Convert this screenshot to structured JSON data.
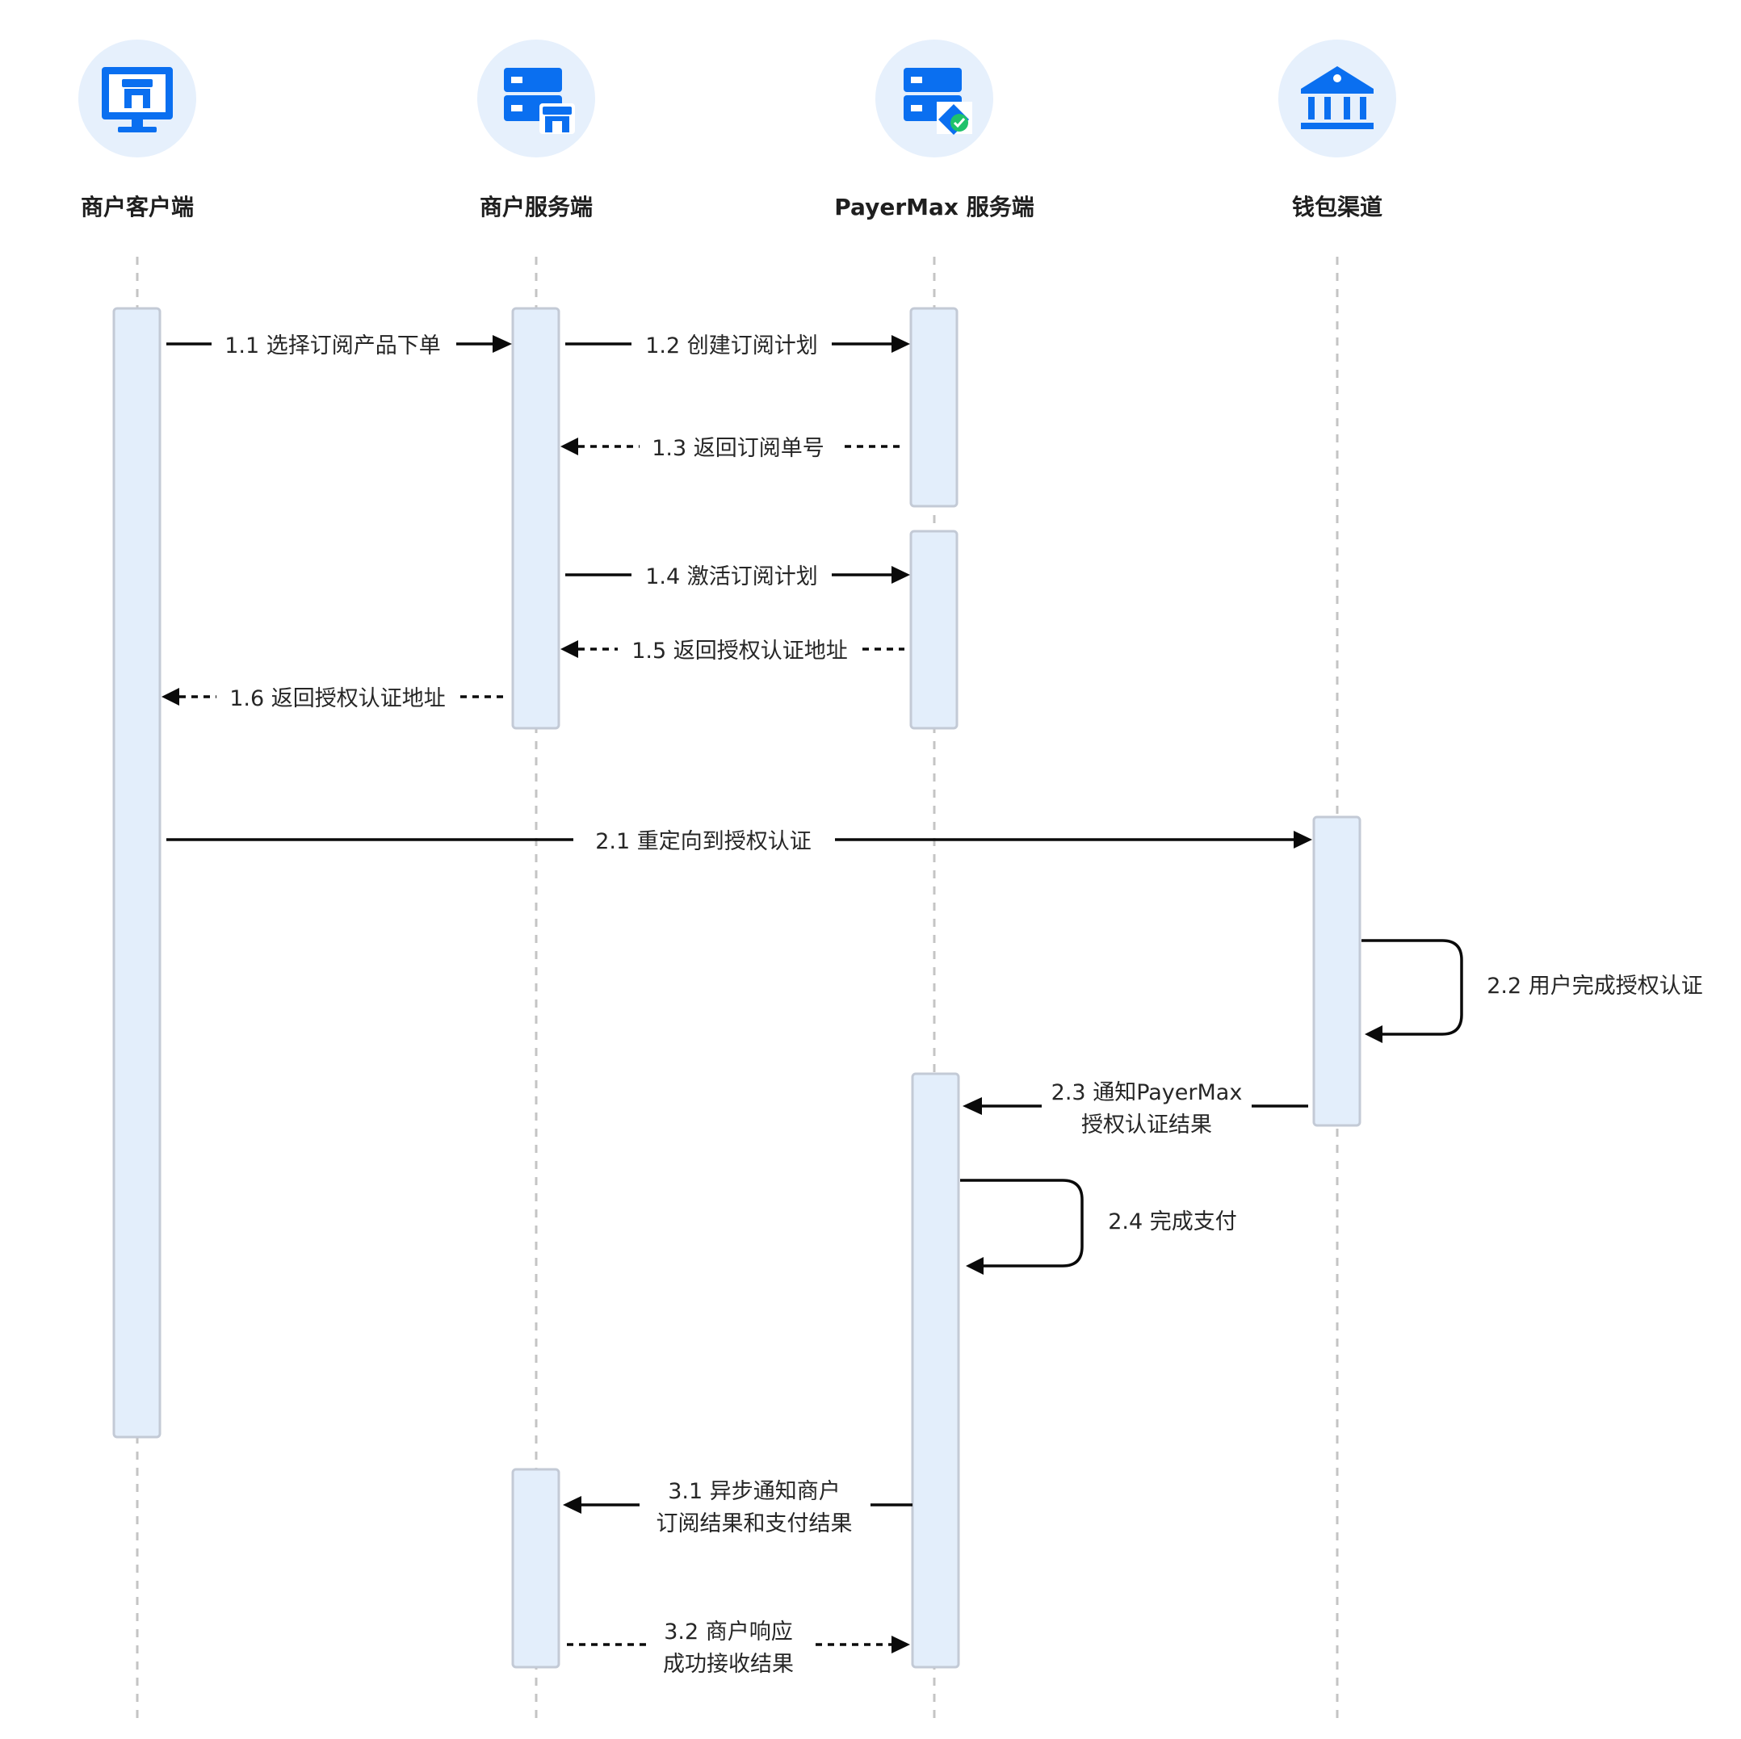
{
  "actors": [
    {
      "id": "client",
      "title": "商户客户端",
      "icon": "merchant-client-monitor-icon"
    },
    {
      "id": "server",
      "title": "商户服务端",
      "icon": "merchant-server-store-icon"
    },
    {
      "id": "payermax",
      "title": "PayerMax 服务端",
      "icon": "payermax-server-check-icon"
    },
    {
      "id": "wallet",
      "title": "钱包渠道",
      "icon": "bank-icon"
    }
  ],
  "messages": [
    {
      "id": "m1_1",
      "from": "client",
      "to": "server",
      "style": "solid",
      "lines": [
        "1.1 选择订阅产品下单"
      ]
    },
    {
      "id": "m1_2",
      "from": "server",
      "to": "payermax",
      "style": "solid",
      "lines": [
        "1.2 创建订阅计划"
      ]
    },
    {
      "id": "m1_3",
      "from": "payermax",
      "to": "server",
      "style": "dashed",
      "lines": [
        "1.3 返回订阅单号"
      ]
    },
    {
      "id": "m1_4",
      "from": "server",
      "to": "payermax",
      "style": "solid",
      "lines": [
        "1.4 激活订阅计划"
      ]
    },
    {
      "id": "m1_5",
      "from": "payermax",
      "to": "server",
      "style": "dashed",
      "lines": [
        "1.5 返回授权认证地址"
      ]
    },
    {
      "id": "m1_6",
      "from": "server",
      "to": "client",
      "style": "dashed",
      "lines": [
        "1.6 返回授权认证地址"
      ]
    },
    {
      "id": "m2_1",
      "from": "client",
      "to": "wallet",
      "style": "solid",
      "lines": [
        "2.1 重定向到授权认证"
      ]
    },
    {
      "id": "m2_2",
      "from": "wallet",
      "to": "wallet",
      "style": "self",
      "lines": [
        "2.2 用户完成授权认证"
      ]
    },
    {
      "id": "m2_3",
      "from": "wallet",
      "to": "payermax",
      "style": "solid",
      "lines": [
        "2.3 通知PayerMax",
        "授权认证结果"
      ]
    },
    {
      "id": "m2_4",
      "from": "payermax",
      "to": "payermax",
      "style": "self",
      "lines": [
        "2.4 完成支付"
      ]
    },
    {
      "id": "m3_1",
      "from": "payermax",
      "to": "server",
      "style": "solid",
      "lines": [
        "3.1 异步通知商户",
        "订阅结果和支付结果"
      ]
    },
    {
      "id": "m3_2",
      "from": "server",
      "to": "payermax",
      "style": "dashed",
      "lines": [
        "3.2 商户响应",
        "成功接收结果"
      ]
    }
  ]
}
